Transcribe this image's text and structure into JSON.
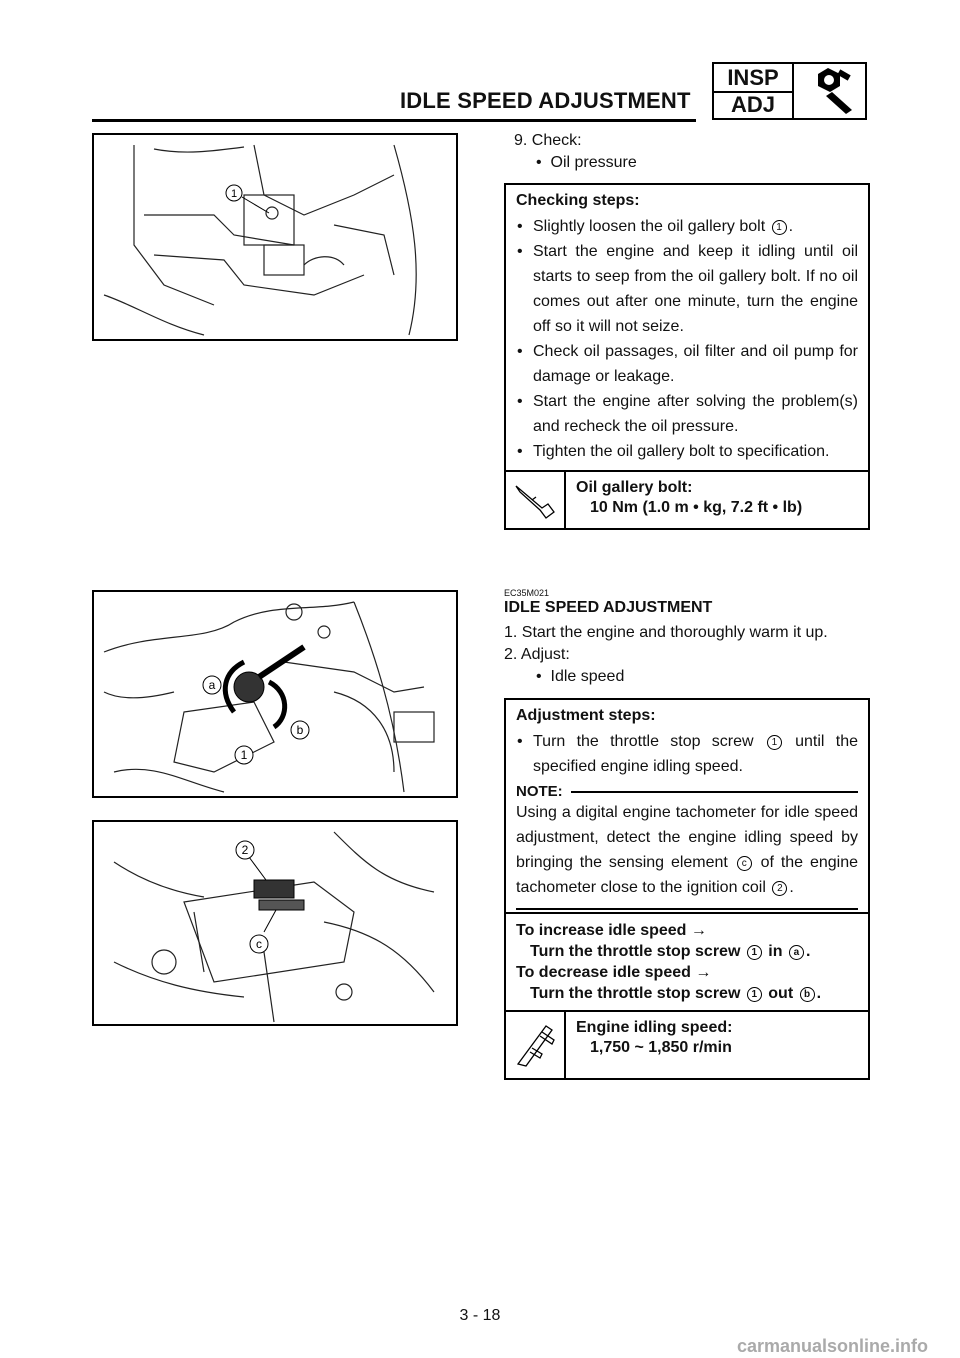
{
  "header": {
    "title": "IDLE SPEED ADJUSTMENT",
    "badge_top": "INSP",
    "badge_bottom": "ADJ",
    "badge_icon": "wrench-icon"
  },
  "figures": [
    {
      "labels": [
        "1"
      ]
    },
    {
      "labels": [
        "a",
        "b",
        "1"
      ]
    },
    {
      "labels": [
        "2",
        "c"
      ]
    }
  ],
  "step9": {
    "label": "9. Check:",
    "item": "Oil pressure"
  },
  "checking_box": {
    "heading": "Checking steps:",
    "bullets": [
      "Slightly loosen the oil gallery bolt ",
      "Start the engine and keep it idling until oil starts to seep from the oil gallery bolt. If no oil comes out after one minute, turn the engine off so it will not seize.",
      "Check oil passages, oil filter and oil pump for damage or leakage.",
      "Start the engine after solving the problem(s) and recheck the oil pressure.",
      "Tighten the oil gallery bolt to specification."
    ],
    "bullet1_ref": "1",
    "spec_icon": "torque-wrench-icon",
    "spec_title": "Oil gallery bolt:",
    "spec_value": "10 Nm (1.0 m • kg, 7.2 ft • lb)"
  },
  "idle_section": {
    "code": "EC35M021",
    "title": "IDLE SPEED ADJUSTMENT",
    "step1": "1. Start the engine and thoroughly warm it up.",
    "step2": "2. Adjust:",
    "item": "Idle speed"
  },
  "adjust_box": {
    "heading": "Adjustment steps:",
    "bullet_pre": "Turn the throttle stop screw ",
    "bullet_ref": "1",
    "bullet_post": " until the specified engine idling speed.",
    "note_label": "NOTE:",
    "note_text_1": "Using a digital engine tachometer for idle speed adjustment, detect the engine idling speed by bringing the sensing element ",
    "note_ref_c": "c",
    "note_text_2": " of the engine tachometer close to the ignition coil ",
    "note_ref_2": "2",
    "note_text_3": ".",
    "inc_label": "To increase idle speed →",
    "inc_action_pre": "Turn the throttle stop screw ",
    "inc_ref": "1",
    "inc_action_mid": " in ",
    "inc_dir": "a",
    "inc_action_post": ".",
    "dec_label": "To decrease idle speed →",
    "dec_action_pre": "Turn the throttle stop screw ",
    "dec_ref": "1",
    "dec_action_mid": " out ",
    "dec_dir": "b",
    "dec_action_post": ".",
    "spec_icon": "caliper-icon",
    "spec_title": "Engine idling speed:",
    "spec_value": "1,750 ~ 1,850 r/min"
  },
  "footer": {
    "page_number": "3 - 18",
    "watermark": "carmanualsonline.info"
  }
}
